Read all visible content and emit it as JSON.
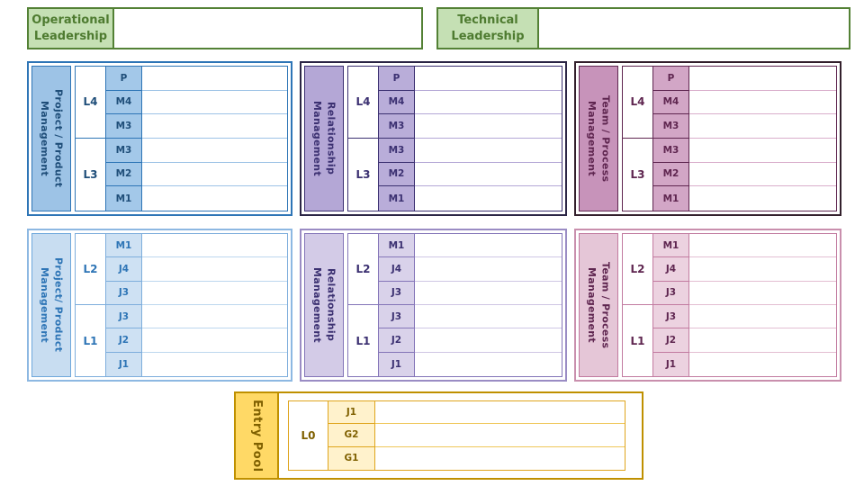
{
  "colors": {
    "header_fill": "#C5E0B4",
    "header_border": "#538135",
    "header_text": "#4E7B30"
  },
  "headers": {
    "operational": {
      "label": "Operational Leadership"
    },
    "technical": {
      "label": "Technical Leadership"
    }
  },
  "panels": [
    {
      "key": "project-product-senior",
      "title_lines": [
        "Project / Product",
        "Management"
      ],
      "groups": [
        {
          "label": "L4",
          "levels": [
            "P",
            "M4",
            "M3"
          ]
        },
        {
          "label": "L3",
          "levels": [
            "M3",
            "M2",
            "M1"
          ]
        }
      ],
      "theme": {
        "outer": "#2E75B6",
        "sideFill": "#9DC3E6",
        "sideBorder": "#2E75B6",
        "text": "#1F4E79",
        "cellFill": "#A3C8E9",
        "tblBorder": "#2E75B6",
        "rowLine": "#9DC3E6"
      }
    },
    {
      "key": "relationship-senior",
      "title_lines": [
        "Relationship",
        "Management"
      ],
      "groups": [
        {
          "label": "L4",
          "levels": [
            "P",
            "M4",
            "M3"
          ]
        },
        {
          "label": "L3",
          "levels": [
            "M3",
            "M2",
            "M1"
          ]
        }
      ],
      "theme": {
        "outer": "#2B2545",
        "sideFill": "#B4A7D6",
        "sideBorder": "#3B3071",
        "text": "#3B3071",
        "cellFill": "#B9ADD9",
        "tblBorder": "#3B3071",
        "rowLine": "#B4A7D6"
      }
    },
    {
      "key": "team-process-senior",
      "title_lines": [
        "Team / Process",
        "Management"
      ],
      "groups": [
        {
          "label": "L4",
          "levels": [
            "P",
            "M4",
            "M3"
          ]
        },
        {
          "label": "L3",
          "levels": [
            "M3",
            "M2",
            "M1"
          ]
        }
      ],
      "theme": {
        "outer": "#33202C",
        "sideFill": "#C793BA",
        "sideBorder": "#5F2650",
        "text": "#5F2650",
        "cellFill": "#D2A6C6",
        "tblBorder": "#5F2650",
        "rowLine": "#D9AECB"
      }
    },
    {
      "key": "project-product-junior",
      "title_lines": [
        "Project/ Product",
        "Management"
      ],
      "groups": [
        {
          "label": "L2",
          "levels": [
            "M1",
            "J4",
            "J3"
          ]
        },
        {
          "label": "L1",
          "levels": [
            "J3",
            "J2",
            "J1"
          ]
        }
      ],
      "theme": {
        "outer": "#8DB8E2",
        "sideFill": "#C8DDF1",
        "sideBorder": "#6FA8DC",
        "text": "#2E75B6",
        "cellFill": "#CEE1F3",
        "tblBorder": "#7EAEDC",
        "rowLine": "#BDD7EE"
      }
    },
    {
      "key": "relationship-junior",
      "title_lines": [
        "Relationship",
        "Management"
      ],
      "groups": [
        {
          "label": "L2",
          "levels": [
            "M1",
            "J4",
            "J3"
          ]
        },
        {
          "label": "L1",
          "levels": [
            "J3",
            "J2",
            "J1"
          ]
        }
      ],
      "theme": {
        "outer": "#9A8CC4",
        "sideFill": "#D3CBE7",
        "sideBorder": "#8475B8",
        "text": "#3B3071",
        "cellFill": "#D9D2EA",
        "tblBorder": "#8475B8",
        "rowLine": "#CFC6E4"
      }
    },
    {
      "key": "team-process-junior",
      "title_lines": [
        "Team / Process",
        "Management"
      ],
      "groups": [
        {
          "label": "L2",
          "levels": [
            "M1",
            "J4",
            "J3"
          ]
        },
        {
          "label": "L1",
          "levels": [
            "J3",
            "J2",
            "J1"
          ]
        }
      ],
      "theme": {
        "outer": "#C98FAD",
        "sideFill": "#E5C6D7",
        "sideBorder": "#C27BA0",
        "text": "#5F2650",
        "cellFill": "#ECD2E0",
        "tblBorder": "#C27BA0",
        "rowLine": "#E3BED2"
      }
    }
  ],
  "entry_pool": {
    "key": "entry-pool",
    "title_lines": [
      "Entry Pool"
    ],
    "groups": [
      {
        "label": "L0",
        "levels": [
          "J1",
          "G2",
          "G1"
        ]
      }
    ],
    "theme": {
      "outer": "#BF9000",
      "sideFill": "#FFD966",
      "sideBorder": "#BF9000",
      "text": "#7F6000",
      "cellFill": "#FFF2CC",
      "tblBorder": "#DFA51D",
      "rowLine": "#EFC75A"
    }
  }
}
